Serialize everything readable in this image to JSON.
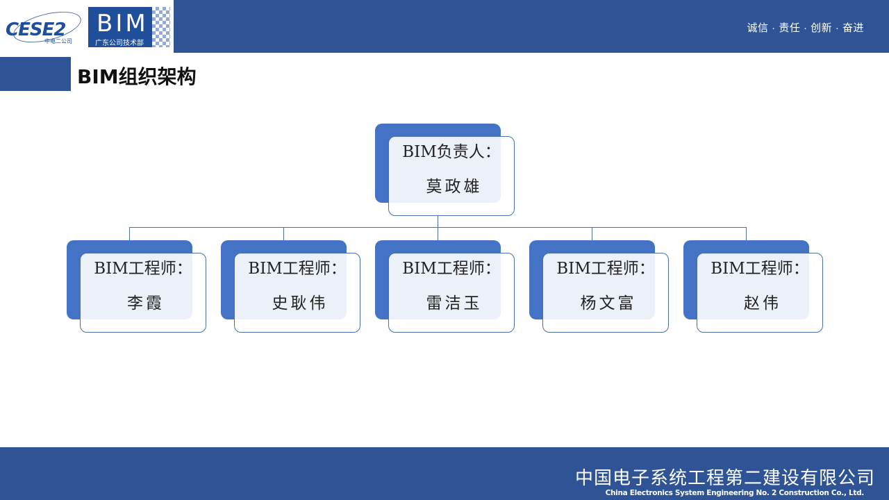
{
  "header": {
    "logo": {
      "cese_text": "CESE2",
      "cese_subtitle": "中电二公司",
      "bim_text": "BIM",
      "bim_subtitle": "广东公司技术部"
    },
    "slogan": "诚信 · 责任 · 创新 · 奋进",
    "color": "#2f5496"
  },
  "page": {
    "title": "BIM组织架构"
  },
  "org_chart": {
    "root": {
      "role": "BIM负责人：",
      "name": "莫政雄"
    },
    "children": [
      {
        "role": "BIM工程师：",
        "name": "李霞"
      },
      {
        "role": "BIM工程师：",
        "name": "史耿伟"
      },
      {
        "role": "BIM工程师：",
        "name": "雷洁玉"
      },
      {
        "role": "BIM工程师：",
        "name": "杨文富"
      },
      {
        "role": "BIM工程师：",
        "name": "赵伟"
      }
    ],
    "colors": {
      "back_plate": "#4472c4",
      "front_card": "#ffffff",
      "connector": "#4a6fa5"
    }
  },
  "footer": {
    "company_cn": "中国电子系统工程第二建设有限公司",
    "company_en": "China Electronics System Engineering No. 2 Construction Co., Ltd."
  }
}
